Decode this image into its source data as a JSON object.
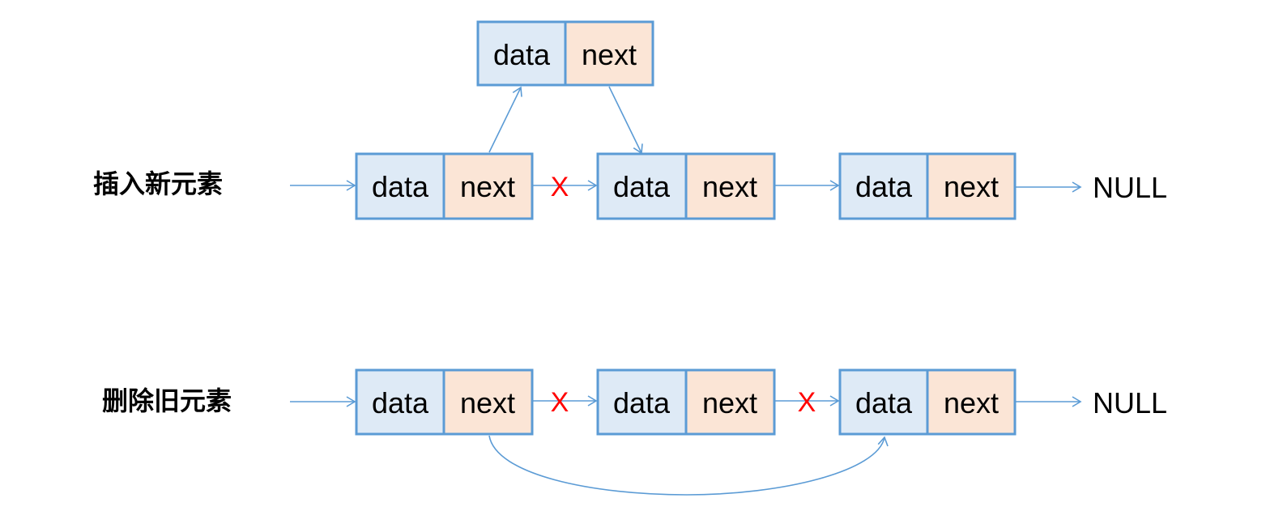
{
  "labels": {
    "insert": "插入新元素",
    "delete": "删除旧元素"
  },
  "node": {
    "data": "data",
    "next": "next"
  },
  "terminal": "NULL",
  "cross_mark": "X",
  "colors": {
    "border": "#5b9bd5",
    "data_fill": "#deeaf6",
    "next_fill": "#fbe5d6",
    "cross": "#ff0000",
    "text": "#000000"
  }
}
